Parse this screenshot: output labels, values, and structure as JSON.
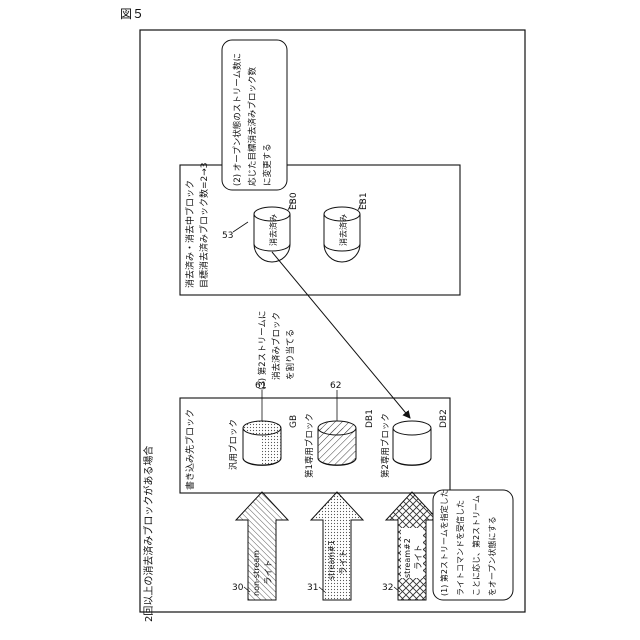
{
  "figure_label": "図５",
  "outer_caption": "2回以上の消去済みブロックがある場合",
  "free_pool": {
    "title": "消去済み・消去中ブロック",
    "target_count": "目標消去済みブロック数=2→3",
    "ref": "53",
    "blocks": [
      {
        "id": "EB0",
        "label": "消去済み"
      },
      {
        "id": "EB1",
        "label": "消去済み"
      }
    ]
  },
  "dest_group": {
    "title": "書き込み先ブロック",
    "blocks": [
      {
        "id": "GB",
        "ref": "61",
        "caption": "汎用ブロック"
      },
      {
        "id": "DB1",
        "ref": "62",
        "caption": "第1専用ブロック"
      },
      {
        "id": "DB2",
        "ref": "",
        "caption": "第2専用ブロック"
      }
    ]
  },
  "callouts": {
    "step2_line1": "(2) オープン状態のストリーム数に",
    "step2_line2": "応じた目標消去済みブロック数",
    "step2_line3": "に変更する",
    "step3_line1": "(3) 第2ストリームに",
    "step3_line2": "消去済みブロック",
    "step3_line3": "を割り当てる",
    "step1_line1": "(1) 第2ストリームを指定した",
    "step1_line2": "ライトコマンドを受信した",
    "step1_line3": "ことに応じ、第2ストリーム",
    "step1_line4": "をオープン状態にする"
  },
  "writes": [
    {
      "ref": "30",
      "tag": "non-stream",
      "label": "ライト"
    },
    {
      "ref": "31",
      "tag": "stream#1",
      "label": "ライト"
    },
    {
      "ref": "32",
      "tag": "stream#2",
      "label": "ライト"
    }
  ]
}
